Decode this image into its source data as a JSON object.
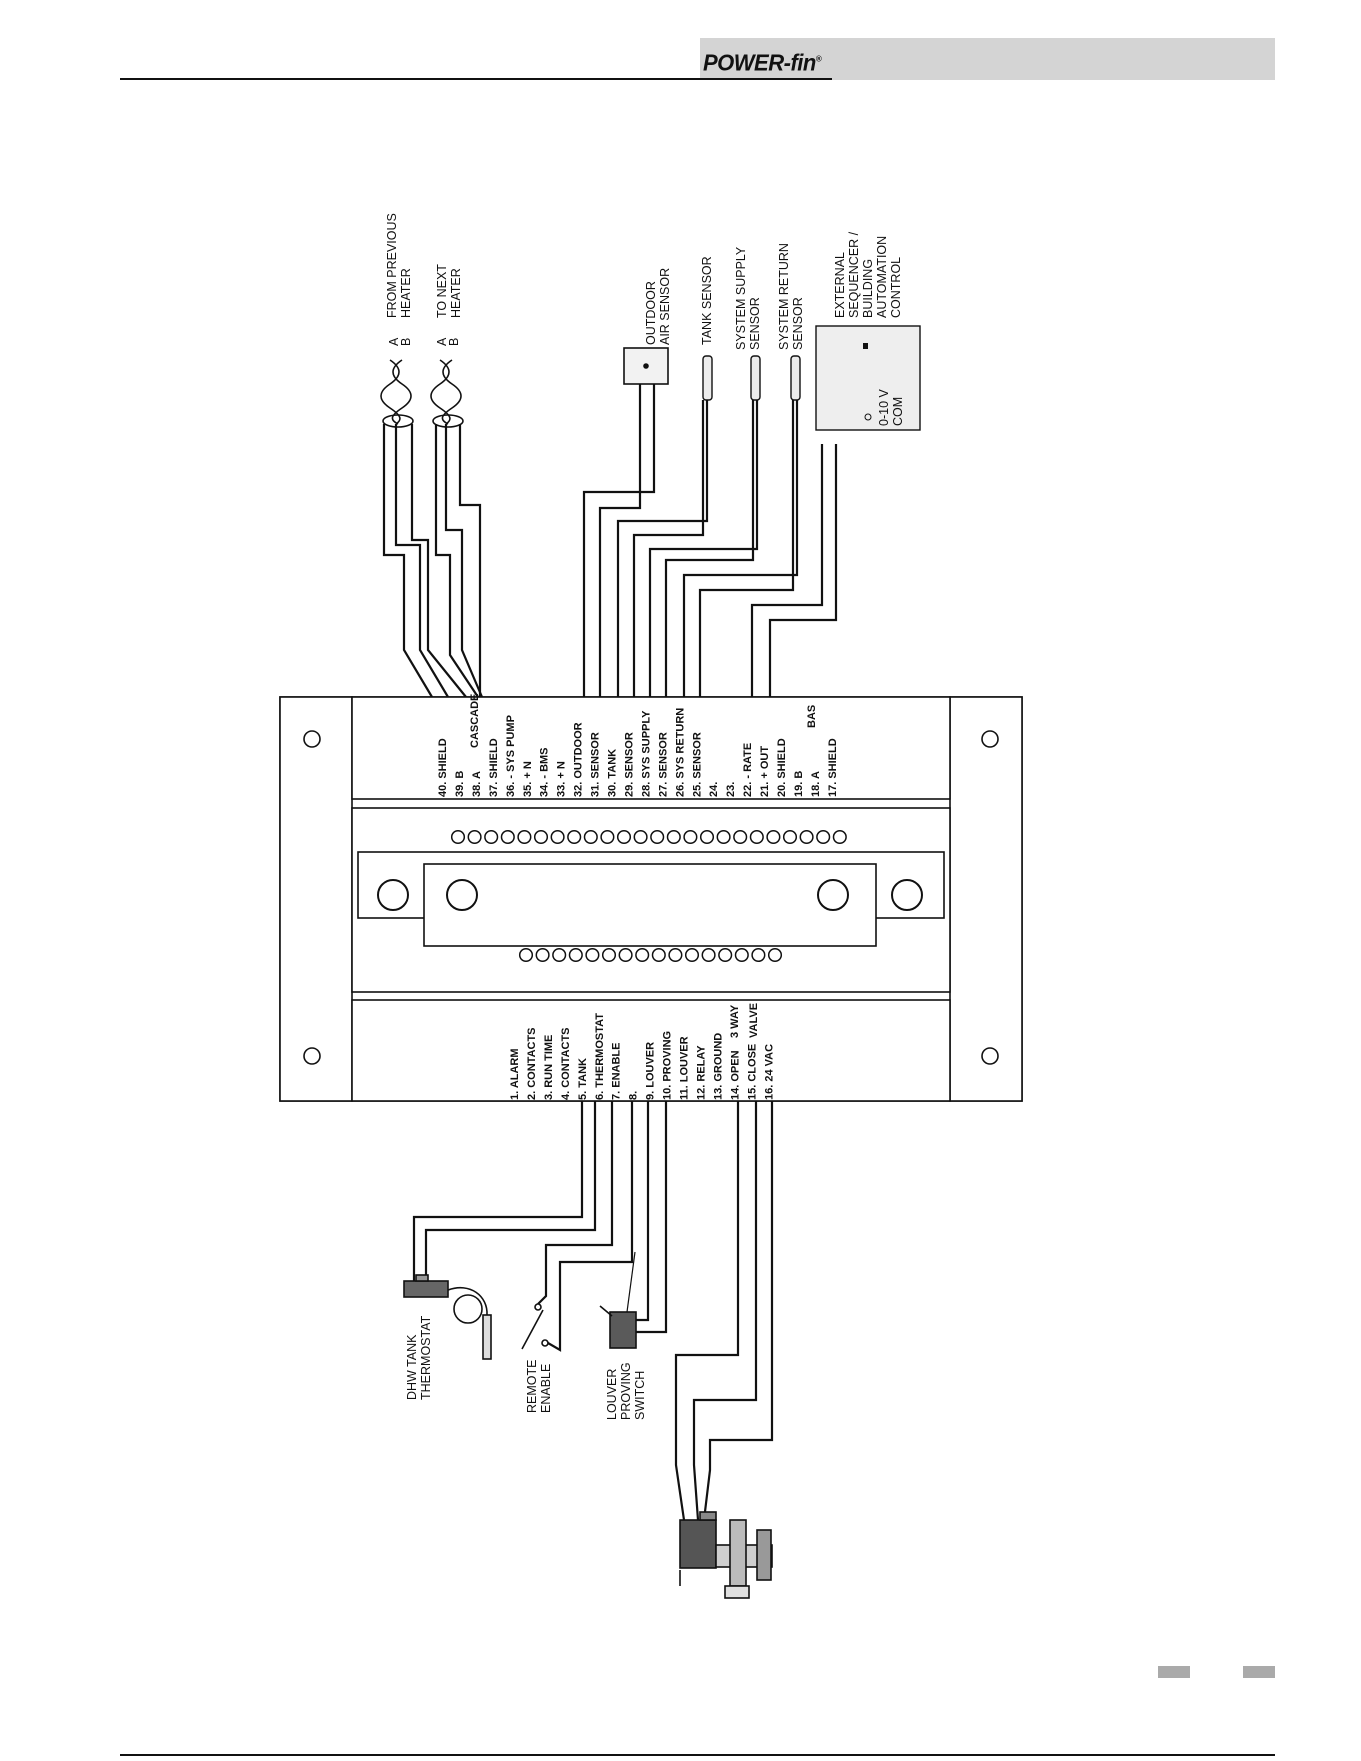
{
  "header": {
    "brand": "POWER-fin",
    "registered": "®"
  },
  "top_labels": {
    "from_previous": [
      "FROM PREVIOUS",
      "HEATER"
    ],
    "to_next": [
      "TO NEXT",
      "HEATER"
    ],
    "ab_a": "A",
    "ab_b": "B",
    "outdoor": [
      "OUTDOOR",
      "AIR SENSOR"
    ],
    "tank": [
      "TANK SENSOR"
    ],
    "sys_supply": [
      "SYSTEM SUPPLY",
      "SENSOR"
    ],
    "sys_return": [
      "SYSTEM RETURN",
      "SENSOR"
    ],
    "external": [
      "EXTERNAL",
      "SEQUENCER /",
      "BUILDING",
      "AUTOMATION",
      "CONTROL"
    ],
    "control_0_10v": "0-10 V",
    "control_com": "COM"
  },
  "top_terminals": [
    "40. SHIELD",
    "39. B",
    "38. A",
    "37. SHIELD",
    "36. - SYS PUMP",
    "35. + N",
    "34. - BMS",
    "33. + N",
    "32. OUTDOOR",
    "31. SENSOR",
    "30. TANK",
    "29. SENSOR",
    "28. SYS SUPPLY",
    "27. SENSOR",
    "26. SYS RETURN",
    "25. SENSOR",
    "24.",
    "23.",
    "22. - RATE",
    "21. + OUT",
    "20. SHIELD",
    "19. B",
    "18. A",
    "17. SHIELD"
  ],
  "top_groups": {
    "cascade": "CASCADE",
    "bas": "BAS"
  },
  "bottom_terminals": [
    "1. ALARM",
    "2. CONTACTS",
    "3. RUN TIME",
    "4. CONTACTS",
    "5. TANK",
    "6. THERMOSTAT",
    "7. ENABLE",
    "8.",
    "9. LOUVER",
    "10. PROVING",
    "11. LOUVER",
    "12. RELAY",
    "13. GROUND",
    "14. OPEN",
    "15. CLOSE",
    "16. 24 VAC"
  ],
  "bottom_groups": {
    "three_way": "3 WAY",
    "valve": "VALVE"
  },
  "bottom_labels": {
    "dhw": [
      "DHW TANK",
      "THERMOSTAT"
    ],
    "remote": [
      "REMOTE",
      "ENABLE"
    ],
    "louver": [
      "LOUVER",
      "PROVING",
      "SWITCH"
    ]
  }
}
